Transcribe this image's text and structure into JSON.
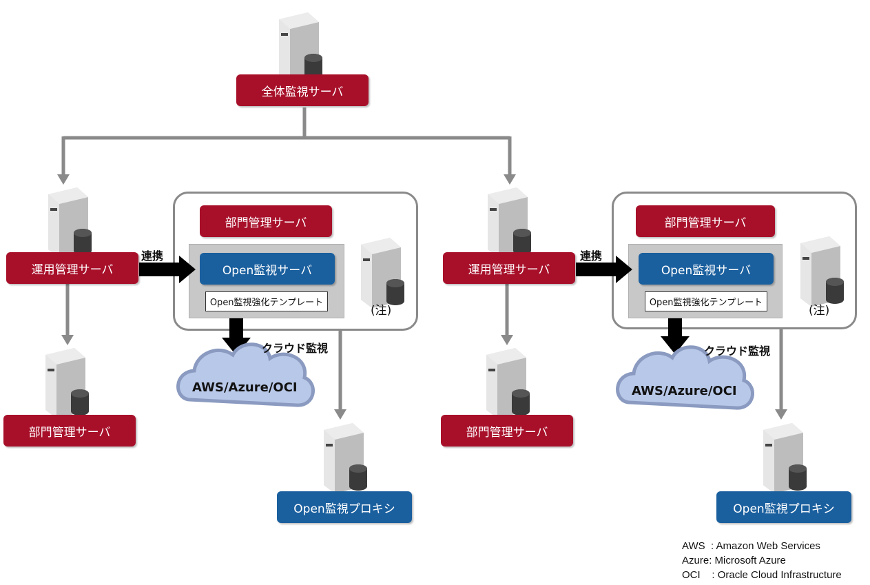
{
  "top": {
    "label": "全体監視サーバ"
  },
  "link_label": "連携",
  "cloud_monitor_label": "クラウド監視",
  "note_label": "(注)",
  "groups": [
    {
      "ops_server": "運用管理サーバ",
      "sub_dept_server": "部門管理サーバ",
      "dept_server": "部門管理サーバ",
      "open_server": "Open監視サーバ",
      "template": "Open監視強化テンプレート",
      "cloud": "AWS/Azure/OCI",
      "proxy": "Open監視プロキシ"
    },
    {
      "ops_server": "運用管理サーバ",
      "sub_dept_server": "部門管理サーバ",
      "dept_server": "部門管理サーバ",
      "open_server": "Open監視サーバ",
      "template": "Open監視強化テンプレート",
      "cloud": "AWS/Azure/OCI",
      "proxy": "Open監視プロキシ"
    }
  ],
  "legend": [
    {
      "abbr": "AWS",
      "sep": "  : ",
      "full": "Amazon Web Services"
    },
    {
      "abbr": "Azure",
      "sep": ": ",
      "full": "Microsoft Azure"
    },
    {
      "abbr": "OCI",
      "sep": "    : ",
      "full": "Oracle Cloud Infrastructure"
    }
  ],
  "colors": {
    "red": "#a8102a",
    "blue": "#1a5f9e",
    "connector": "#8a8a8a",
    "cloud": "#b8c8e8",
    "cloud_edge": "#8a9ac0"
  }
}
